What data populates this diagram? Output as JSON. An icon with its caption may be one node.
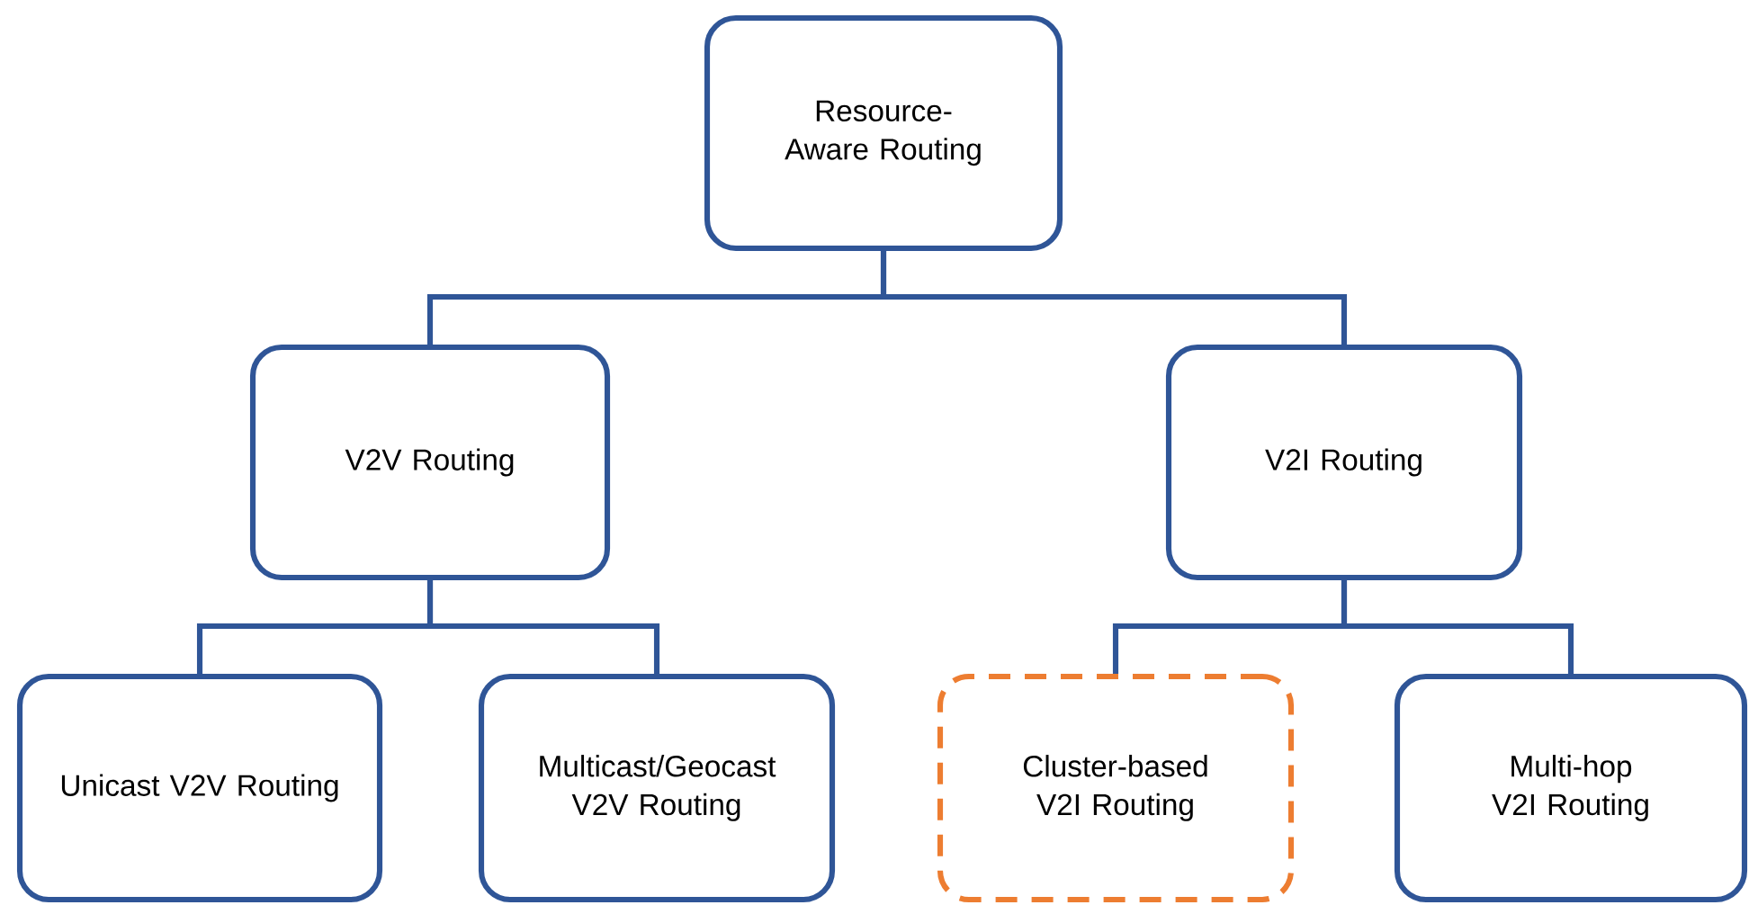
{
  "diagram": {
    "nodes": [
      {
        "text": [
          "Resource-Aware Routing"
        ]
      },
      {
        "text": [
          "V2V Routing"
        ]
      },
      {
        "text": [
          "V2I Routing"
        ]
      },
      {
        "text": [
          "Unicast V2V Routing"
        ]
      },
      {
        "text": [
          "Multicast/Geocast V2V Routing"
        ]
      },
      {
        "text": [
          "Cluster-based V2I Routing"
        ]
      },
      {
        "text": [
          "Multi-hop V2I Routing"
        ]
      }
    ],
    "edges": [
      {
        "from": 0,
        "to": 1,
        "arrow": "none"
      },
      {
        "from": 0,
        "to": 2,
        "arrow": "none"
      },
      {
        "from": 1,
        "to": 3,
        "arrow": "none"
      },
      {
        "from": 1,
        "to": 4,
        "arrow": "none"
      },
      {
        "from": 2,
        "to": 5,
        "arrow": "none"
      },
      {
        "from": 2,
        "to": 6,
        "arrow": "none"
      }
    ]
  }
}
